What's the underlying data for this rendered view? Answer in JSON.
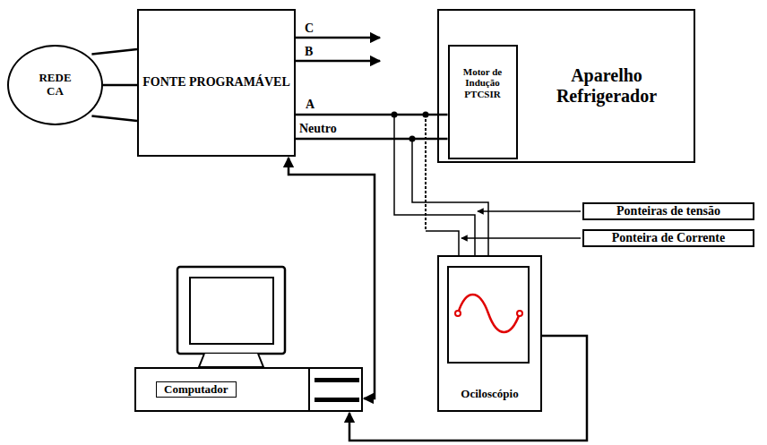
{
  "diagram": {
    "nodes": [
      {
        "text": [
          "REDE CA"
        ]
      },
      {
        "text": [
          "FONTE PROGRAMÁVEL"
        ]
      },
      {
        "text": [
          "Aparelho Refrigerador"
        ]
      },
      {
        "text": [
          "Motor de Indução PTCSIR"
        ],
        "in": 2
      },
      {
        "text": [
          "Ociloscópio"
        ]
      },
      {
        "text": [
          "Computador"
        ]
      },
      {
        "text": [
          "Ponteiras de tensão"
        ]
      },
      {
        "text": [
          "Ponteira de Corrente"
        ]
      }
    ],
    "edges": [
      {
        "from": 0,
        "to": 1,
        "arrow": "none"
      },
      {
        "from": 1,
        "to": 3,
        "label": "A",
        "arrow": "none"
      },
      {
        "from": 1,
        "to": 3,
        "label": "Neutro",
        "arrow": "none"
      },
      {
        "from": 5,
        "to": 1,
        "arrow": "both"
      },
      {
        "from": 4,
        "to": 5,
        "arrow": "to"
      }
    ],
    "labels": [
      "C",
      "B"
    ]
  }
}
